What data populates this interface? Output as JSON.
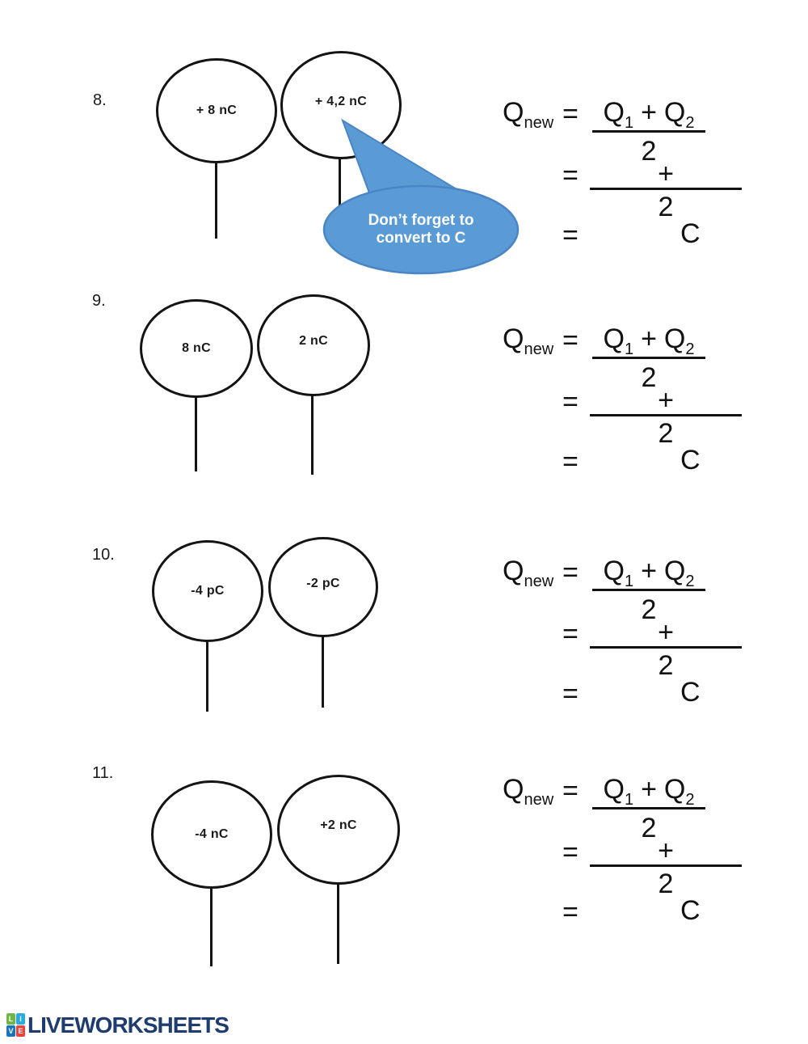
{
  "problems": [
    {
      "number": "8.",
      "left_charge": "+ 8 nC",
      "right_charge": "+ 4,2 nC"
    },
    {
      "number": "9.",
      "left_charge": "8 nC",
      "right_charge": "2 nC"
    },
    {
      "number": "10.",
      "left_charge": "-4 pC",
      "right_charge": "-2 pC"
    },
    {
      "number": "11.",
      "left_charge": "-4 nC",
      "right_charge": "+2 nC"
    }
  ],
  "formula": {
    "q_symbol": "Q",
    "qnew_sub": "new",
    "equals": "=",
    "q1_sub": "1",
    "plus": "+",
    "q2_sub": "2",
    "denominator": "2",
    "unit": "C"
  },
  "speech_bubble": {
    "line1": "Don’t forget to",
    "line2": "convert to C",
    "fill": "#5b9bd5",
    "border": "#4a86c6",
    "text_color": "#ffffff"
  },
  "footer": {
    "brand": "LIVEWORKSHEETS",
    "brand_color": "#1e3c6e",
    "logo_tiles": [
      {
        "letter": "L",
        "color": "#6fb648"
      },
      {
        "letter": "I",
        "color": "#29abe2"
      },
      {
        "letter": "V",
        "color": "#1b75bc"
      },
      {
        "letter": "E",
        "color": "#e8433c"
      }
    ]
  }
}
